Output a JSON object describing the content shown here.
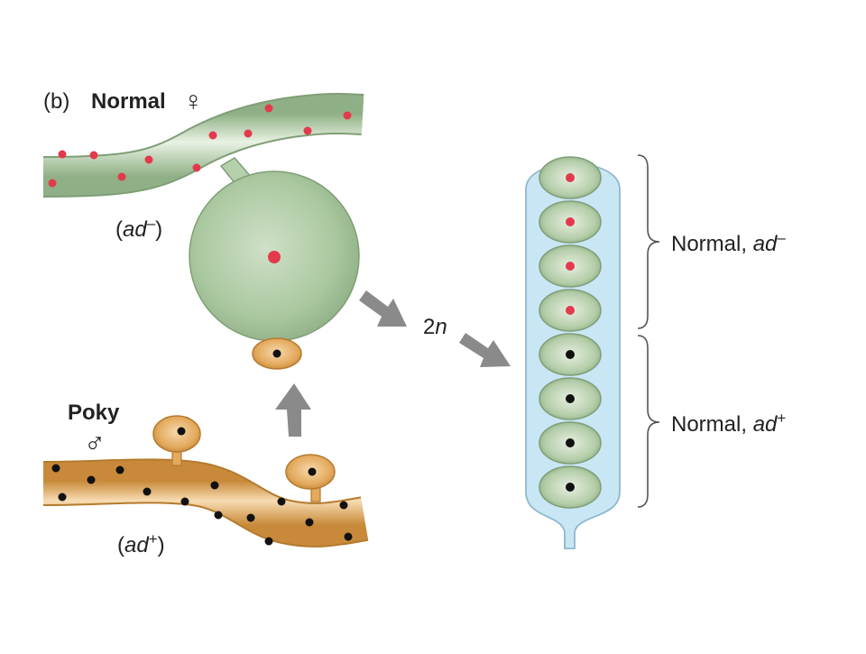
{
  "panel_label": "(b)",
  "female": {
    "label": "Normal",
    "symbol": "♀",
    "genotype_open": "(",
    "genotype_gene": "ad",
    "genotype_sup": "–",
    "genotype_close": ")"
  },
  "male": {
    "label": "Poky",
    "symbol": "♂",
    "genotype_open": "(",
    "genotype_gene": "ad",
    "genotype_sup": "+",
    "genotype_close": ")"
  },
  "zygote": {
    "ploidy_num": "2",
    "ploidy_var": "n"
  },
  "ascus": {
    "top_group": {
      "prefix": "Normal, ",
      "gene": "ad",
      "sup": "–"
    },
    "bottom_group": {
      "prefix": "Normal, ",
      "gene": "ad",
      "sup": "+"
    },
    "spore_count": 8
  },
  "colors": {
    "green_body": "#a9c79f",
    "green_dark": "#7f9e76",
    "orange_body": "#e0a455",
    "orange_dark": "#b57a2e",
    "red_dot": "#e23a4c",
    "black_dot": "#111111",
    "ascus_fill": "#c9e6f5",
    "ascus_stroke": "#8fb8cf",
    "arrow_gray": "#8a8a8a"
  }
}
